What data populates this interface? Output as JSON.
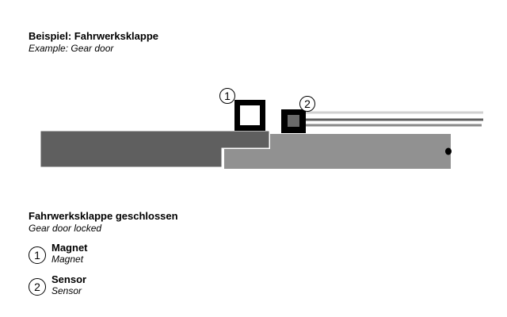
{
  "header": {
    "title": "Beispiel: Fahrwerksklappe",
    "subtitle": "Example: Gear door"
  },
  "state": {
    "title": "Fahrwerksklappe geschlossen",
    "subtitle": "Gear door locked"
  },
  "legend": [
    {
      "number": "1",
      "label": "Magnet",
      "translation": "Magnet"
    },
    {
      "number": "2",
      "label": "Sensor",
      "translation": "Sensor"
    }
  ],
  "colors": {
    "door": "#5f5f5f",
    "frame": "#919191",
    "outline": "#000000",
    "sensor_core": "#6a6a6a"
  }
}
